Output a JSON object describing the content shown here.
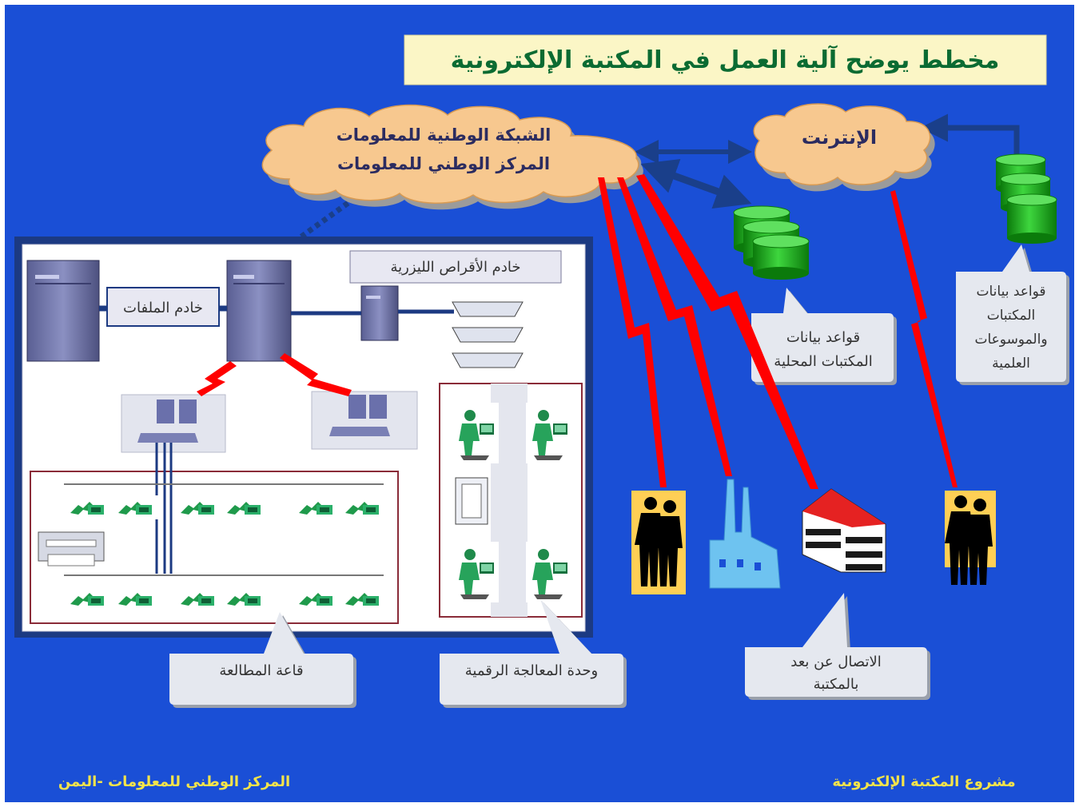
{
  "title": "مخطط يوضح آلية العمل في المكتبة الإلكترونية",
  "clouds": {
    "national_network_line1": "الشبكة الوطنية للمعلومات",
    "national_network_line2": "المركز الوطني للمعلومات",
    "internet": "الإنترنت"
  },
  "labels": {
    "file_server": "خادم الملفات",
    "cd_server": "خادم الأقراص الليزرية",
    "reading_hall": "قاعة المطالعة",
    "digital_unit": "وحدة المعالجة الرقمية",
    "local_db_line1": "قواعد بيانات",
    "local_db_line2": "المكتبات المحلية",
    "global_db_line1": "قواعد بيانات",
    "global_db_line2": "المكتبات",
    "global_db_line3": "والموسوعات",
    "global_db_line4": "العلمية",
    "remote_line1": "الاتصال عن بعد",
    "remote_line2": "بالمكتبة"
  },
  "footer": {
    "left": "المركز الوطني للمعلومات -اليمن",
    "right": "مشروع المكتبة الإلكترونية"
  },
  "colors": {
    "background": "#1a4fd6",
    "title_box": "#fbf6c6",
    "title_text": "#0b6b32",
    "cloud": "#f7c88f",
    "database": "#1fb51f",
    "footer_text": "#f4e44a",
    "link_red": "#ff0000",
    "link_blue": "#1a3f8a",
    "callout": "#e5e8ef"
  }
}
